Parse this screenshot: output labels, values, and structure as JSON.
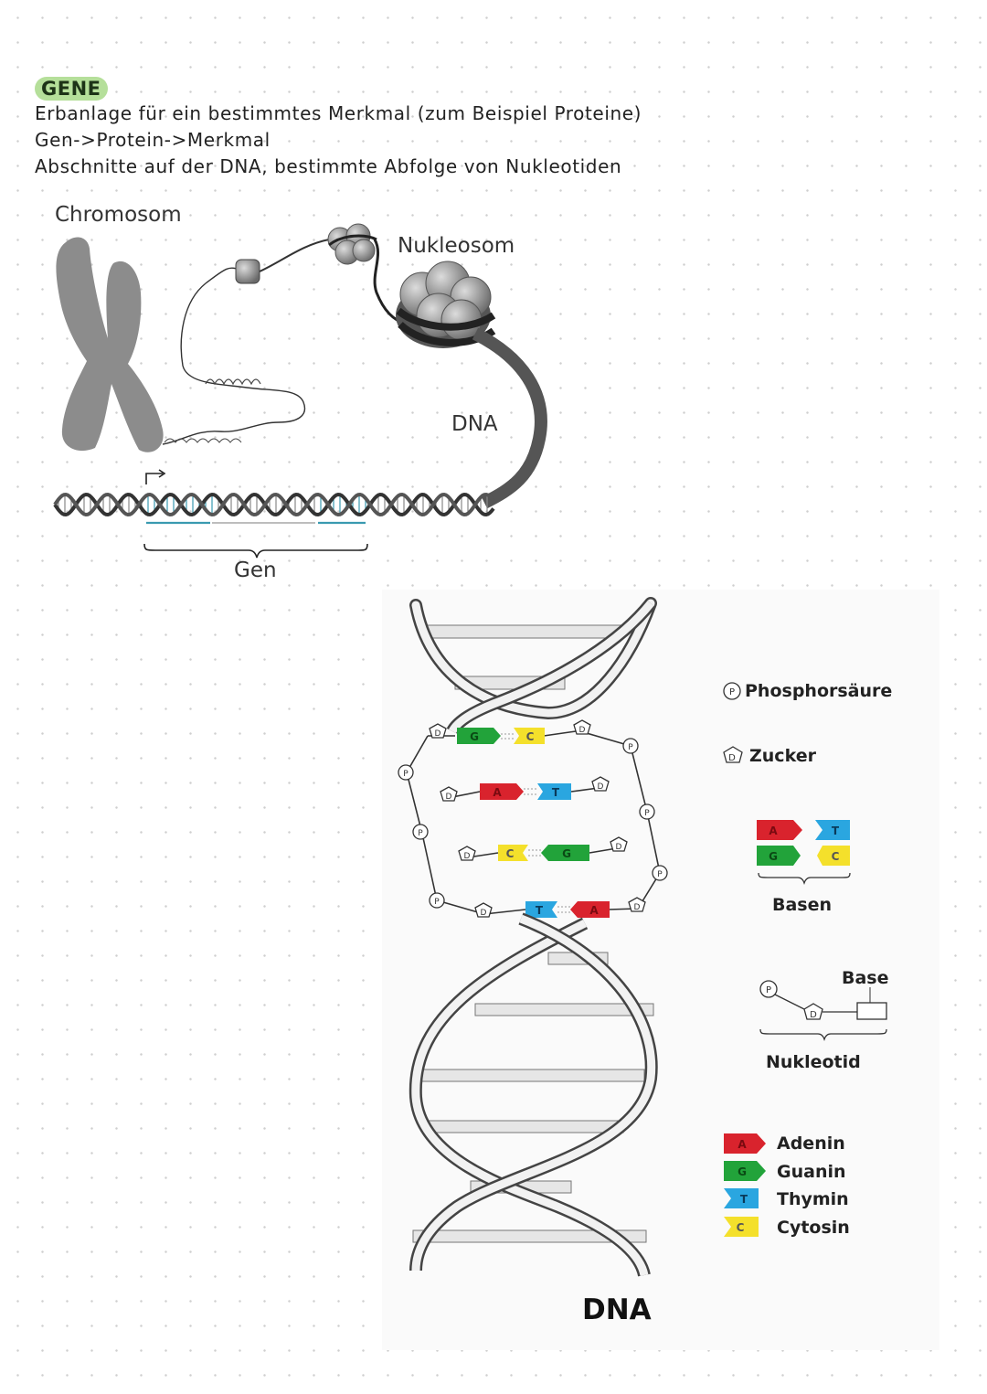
{
  "header": {
    "tag": "GENE",
    "line1": "Erbanlage für ein bestimmtes Merkmal (zum Beispiel Proteine)",
    "line2": "Gen->Protein->Merkmal",
    "line3": "Abschnitte auf der DNA, bestimmte Abfolge von Nukleotiden"
  },
  "figure1": {
    "chromosome": "Chromosom",
    "nucleosome": "Nukleosom",
    "dna": "DNA",
    "gene": "Gen"
  },
  "figure2": {
    "title": "DNA",
    "phosphate": "Phosphorsäure",
    "sugar": "Zucker",
    "bases": "Basen",
    "base": "Base",
    "nucleotide": "Nukleotid",
    "adenine": "Adenin",
    "guanine": "Guanin",
    "thymine": "Thymin",
    "cytosine": "Cytosin",
    "p_symbol": "P",
    "d_symbol": "D",
    "letter_a": "A",
    "letter_g": "G",
    "letter_t": "T",
    "letter_c": "C"
  },
  "colors": {
    "adenine": "#d9232d",
    "guanine": "#22a33a",
    "thymine": "#2aa6e0",
    "cytosine": "#f4e02b",
    "highlight": "#b5df9a"
  }
}
